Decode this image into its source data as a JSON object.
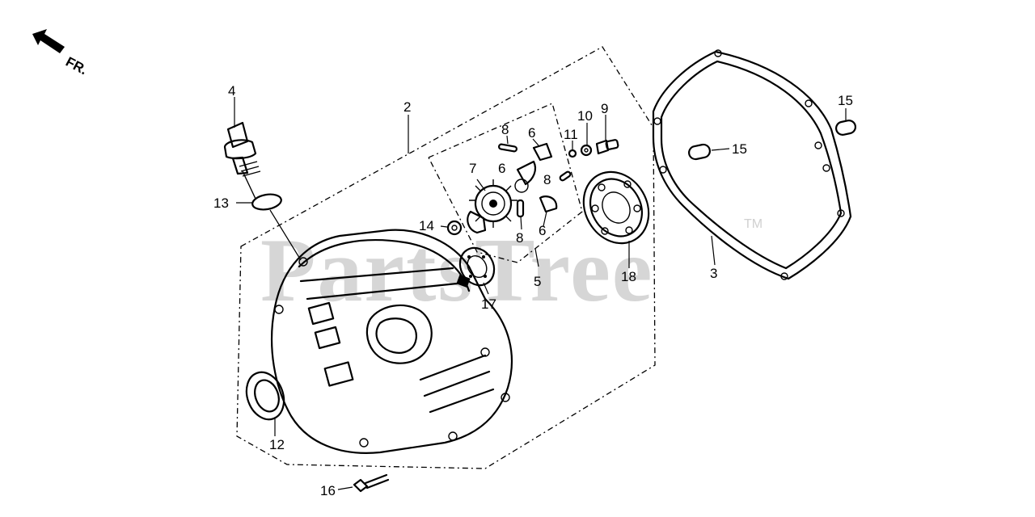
{
  "watermark": {
    "text": "PartsTree",
    "trademark": "TM"
  },
  "front_indicator": {
    "label": "FR."
  },
  "callouts": [
    {
      "id": "c2",
      "label": "2"
    },
    {
      "id": "c3",
      "label": "3"
    },
    {
      "id": "c4",
      "label": "4"
    },
    {
      "id": "c5",
      "label": "5"
    },
    {
      "id": "c6a",
      "label": "6"
    },
    {
      "id": "c6b",
      "label": "6"
    },
    {
      "id": "c6c",
      "label": "6"
    },
    {
      "id": "c7",
      "label": "7"
    },
    {
      "id": "c8a",
      "label": "8"
    },
    {
      "id": "c8b",
      "label": "8"
    },
    {
      "id": "c8c",
      "label": "8"
    },
    {
      "id": "c9",
      "label": "9"
    },
    {
      "id": "c10",
      "label": "10"
    },
    {
      "id": "c11",
      "label": "11"
    },
    {
      "id": "c12",
      "label": "12"
    },
    {
      "id": "c13",
      "label": "13"
    },
    {
      "id": "c14",
      "label": "14"
    },
    {
      "id": "c15a",
      "label": "15"
    },
    {
      "id": "c15b",
      "label": "15"
    },
    {
      "id": "c16",
      "label": "16"
    },
    {
      "id": "c17",
      "label": "17"
    },
    {
      "id": "c18",
      "label": "18"
    }
  ]
}
